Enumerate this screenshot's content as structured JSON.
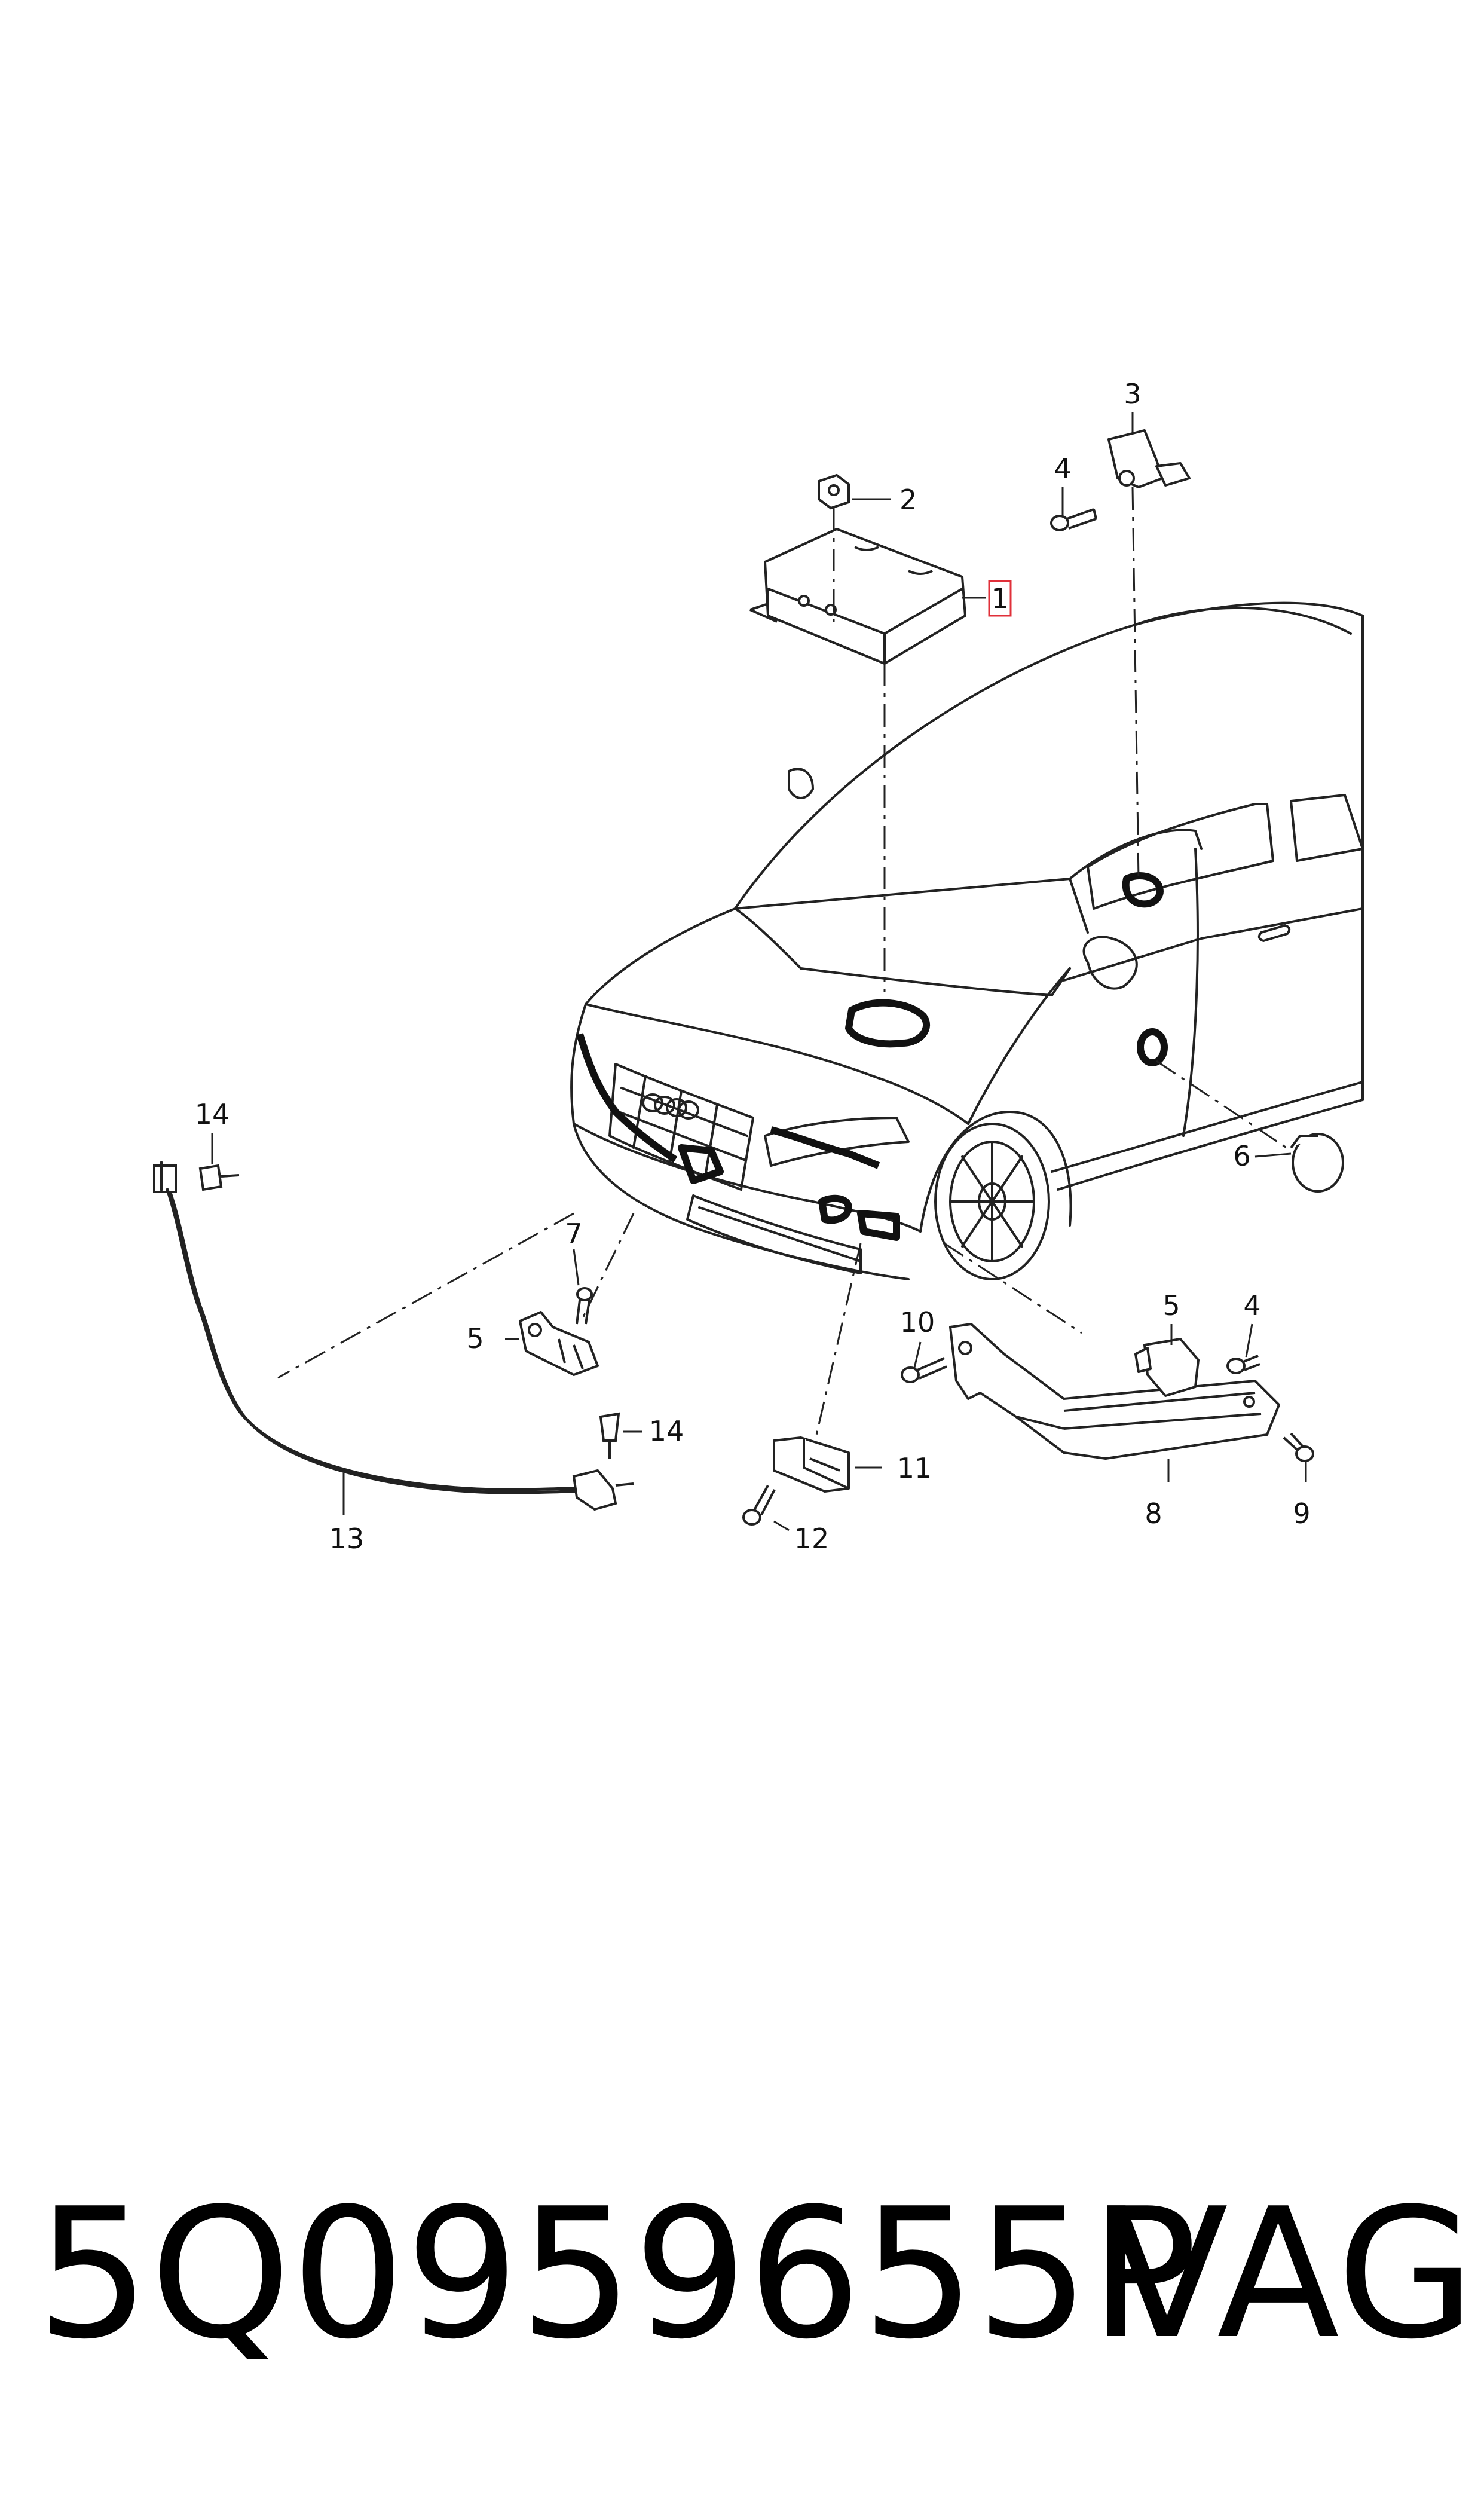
{
  "callouts": {
    "c1": "1",
    "c2": "2",
    "c3": "3",
    "c4a": "4",
    "c4b": "4",
    "c5a": "5",
    "c5b": "5",
    "c6": "6",
    "c7": "7",
    "c8": "8",
    "c9": "9",
    "c10": "10",
    "c11": "11",
    "c12": "12",
    "c13": "13",
    "c14a": "14",
    "c14b": "14"
  },
  "highlight_color": "#e0303a",
  "footer": {
    "part_number": "5Q0959655P",
    "brand": "VAG"
  }
}
